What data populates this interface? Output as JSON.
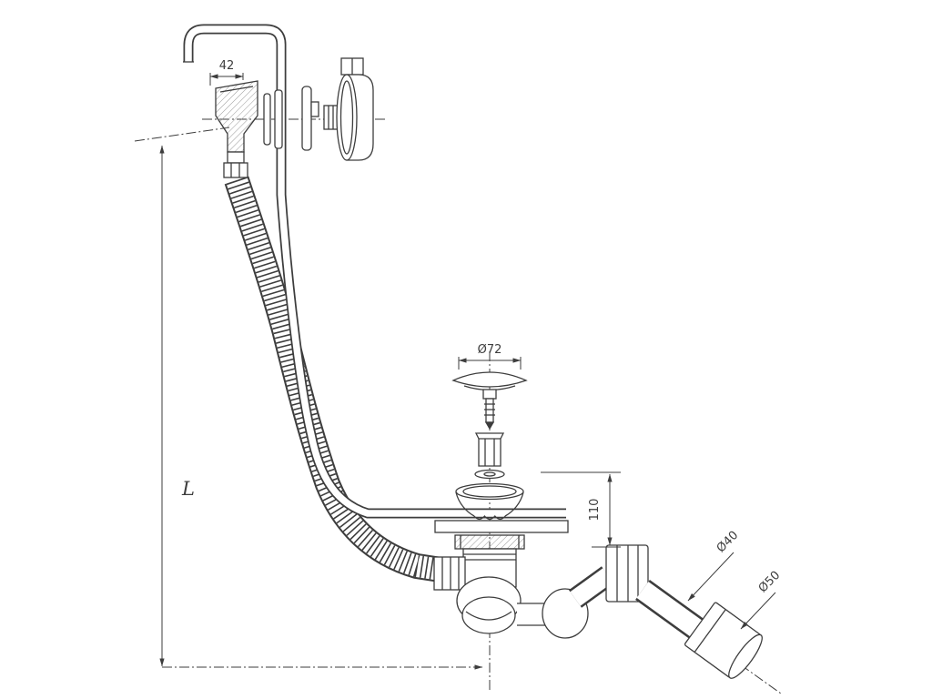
{
  "drawing": {
    "type": "exploded technical line drawing",
    "subject": "bathtub waste, overflow and drain fitting assembly",
    "line_color": "#3d3d3d",
    "background": "#ffffff",
    "labels": {
      "overflow_width": "42",
      "plug_diameter": "Ø72",
      "outlet_height": "110",
      "elbow_diameter": "Ø40",
      "outlet_diameter": "Ø50",
      "hose_length": "L"
    }
  }
}
